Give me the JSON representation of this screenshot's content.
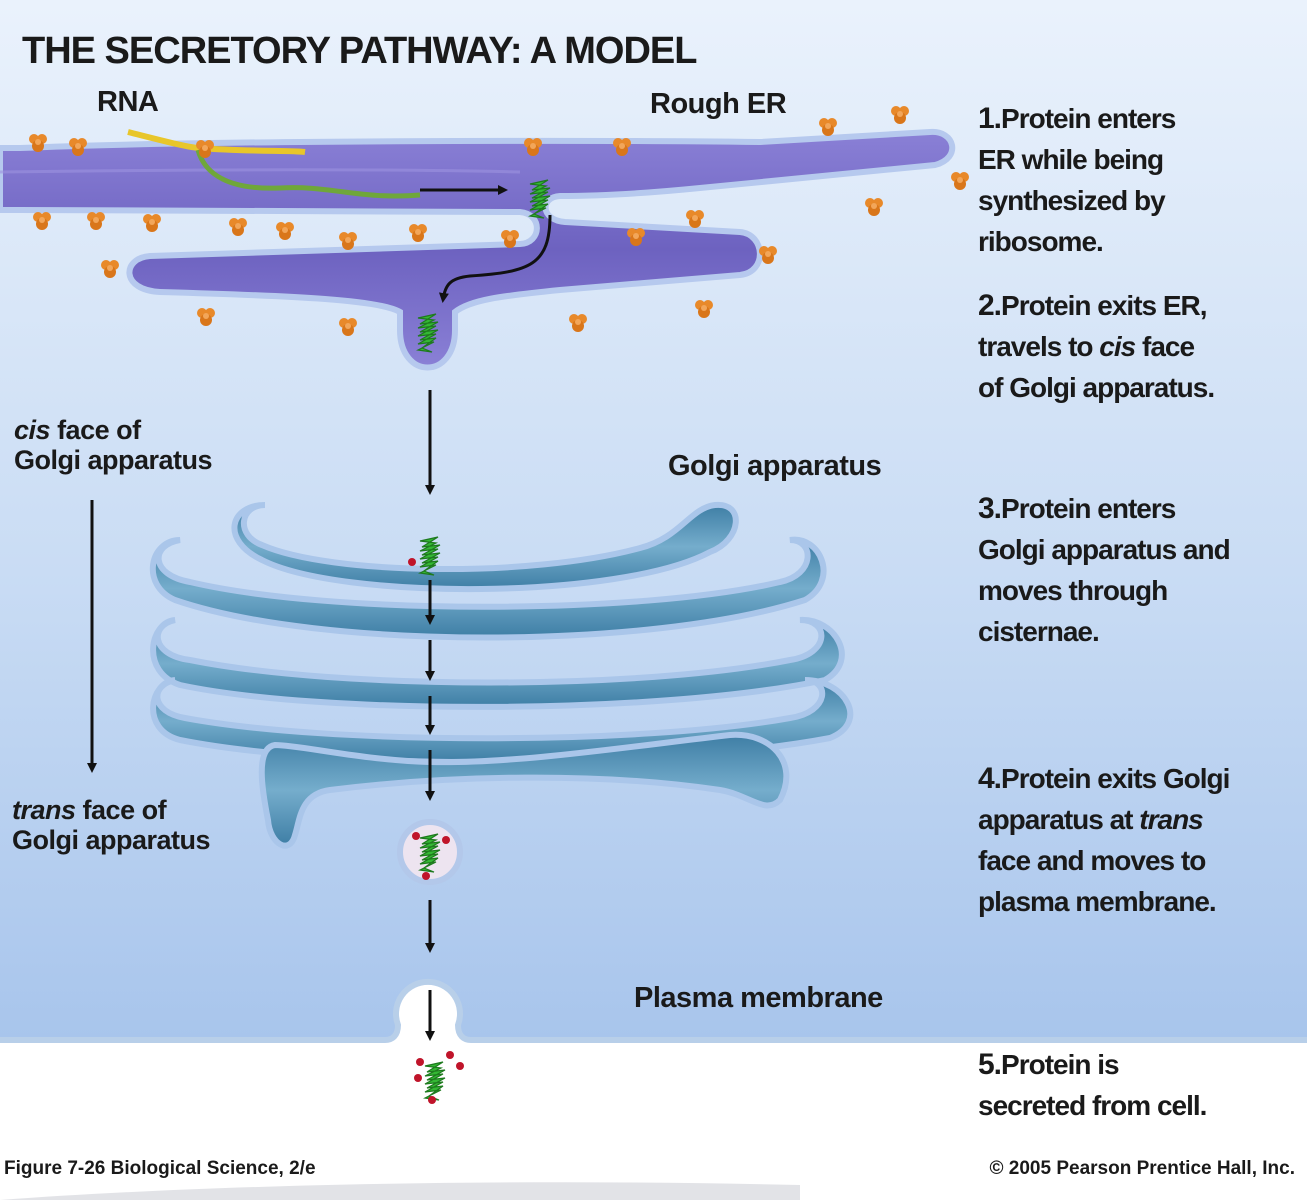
{
  "title": "THE SECRETORY PATHWAY: A MODEL",
  "labels": {
    "rna": "RNA",
    "rough_er": "Rough ER",
    "golgi_apparatus": "Golgi apparatus",
    "plasma_membrane": "Plasma membrane",
    "cis_face_word": "cis",
    "cis_face_rest": "face of",
    "cis_face_line2": "Golgi apparatus",
    "trans_face_word": "trans",
    "trans_face_rest": "face of",
    "trans_face_line2": "Golgi apparatus"
  },
  "steps": [
    {
      "num": "1.",
      "lines": [
        "Protein enters",
        "ER while being",
        "synthesized by",
        "ribosome."
      ]
    },
    {
      "num": "2.",
      "line1": "Protein exits ER,",
      "line2_pre": "travels to",
      "line2_em": "cis",
      "line2_post": "face",
      "line3": "of Golgi apparatus."
    },
    {
      "num": "3.",
      "lines": [
        "Protein enters",
        "Golgi apparatus and",
        "moves through",
        "cisternae."
      ]
    },
    {
      "num": "4.",
      "line1": "Protein exits Golgi",
      "line2_pre": "apparatus at",
      "line2_em": "trans",
      "line3": "face and moves to",
      "line4": "plasma membrane."
    },
    {
      "num": "5.",
      "lines": [
        "Protein is",
        "secreted from cell."
      ]
    }
  ],
  "footer": {
    "figure": "Figure 7-26   Biological Science, 2/e",
    "copyright": "© 2005 Pearson Prentice Hall, Inc."
  },
  "colors": {
    "cell_top": "#e4eefa",
    "cell_bottom": "#a9c6ec",
    "er": "#7b72c8",
    "golgi": "#4f8fb4",
    "ribosome": "#e8892a",
    "protein": "#33b833"
  }
}
